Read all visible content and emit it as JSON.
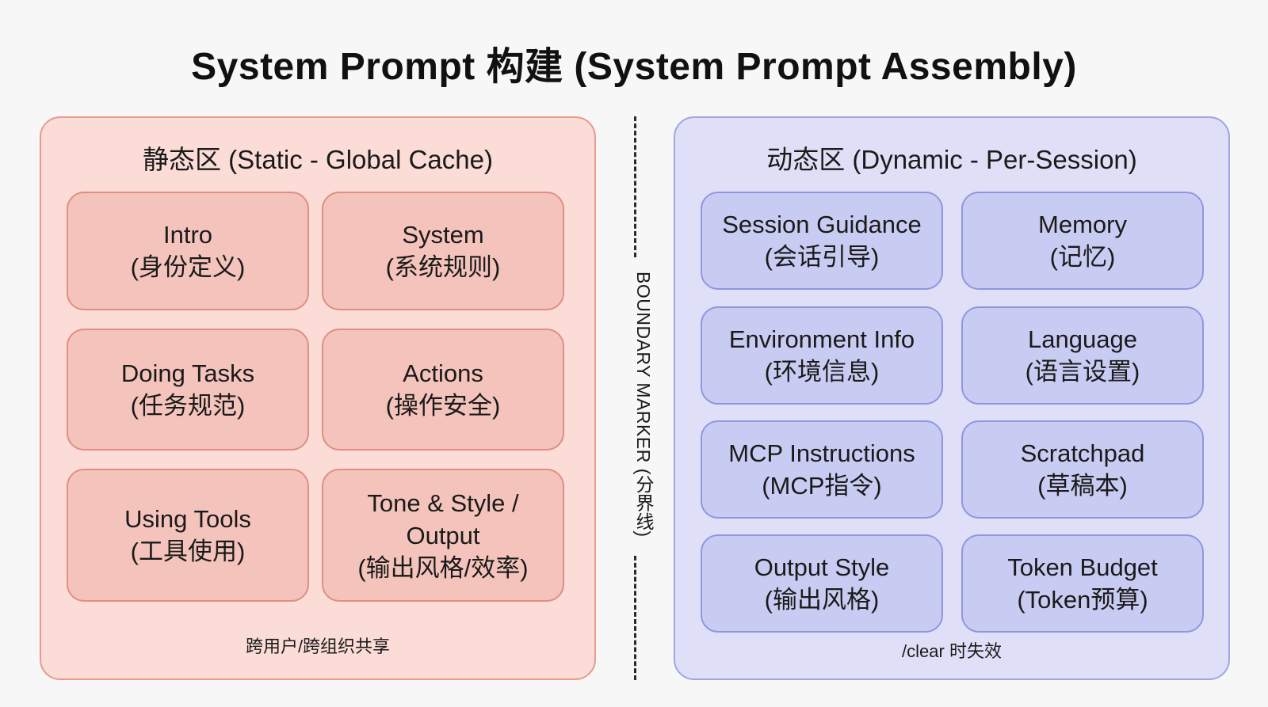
{
  "title": "System Prompt 构建 (System Prompt Assembly)",
  "static_panel": {
    "title": "静态区 (Static - Global Cache)",
    "footer": "跨用户/跨组织共享",
    "items": [
      {
        "line1": "Intro",
        "line2": "(身份定义)"
      },
      {
        "line1": "System",
        "line2": "(系统规则)"
      },
      {
        "line1": "Doing Tasks",
        "line2": "(任务规范)"
      },
      {
        "line1": "Actions",
        "line2": "(操作安全)"
      },
      {
        "line1": "Using Tools",
        "line2": "(工具使用)"
      },
      {
        "line1": "Tone & Style /",
        "line2": "Output",
        "line3": "(输出风格/效率)"
      }
    ]
  },
  "boundary": {
    "label": "BOUNDARY MARKER (分界线)"
  },
  "dynamic_panel": {
    "title": "动态区 (Dynamic - Per-Session)",
    "footer": "/clear 时失效",
    "items": [
      {
        "line1": "Session Guidance",
        "line2": "(会话引导)"
      },
      {
        "line1": "Memory",
        "line2": "(记忆)"
      },
      {
        "line1": "Environment Info",
        "line2": "(环境信息)"
      },
      {
        "line1": "Language",
        "line2": "(语言设置)"
      },
      {
        "line1": "MCP Instructions",
        "line2": "(MCP指令)"
      },
      {
        "line1": "Scratchpad",
        "line2": "(草稿本)"
      },
      {
        "line1": "Output Style",
        "line2": "(输出风格)"
      },
      {
        "line1": "Token Budget",
        "line2": "(Token预算)"
      }
    ]
  },
  "colors": {
    "static_bg": "#fbdcd7",
    "static_card": "#f4c4bc",
    "dynamic_bg": "#dfe0f7",
    "dynamic_card": "#c9ccf2"
  }
}
